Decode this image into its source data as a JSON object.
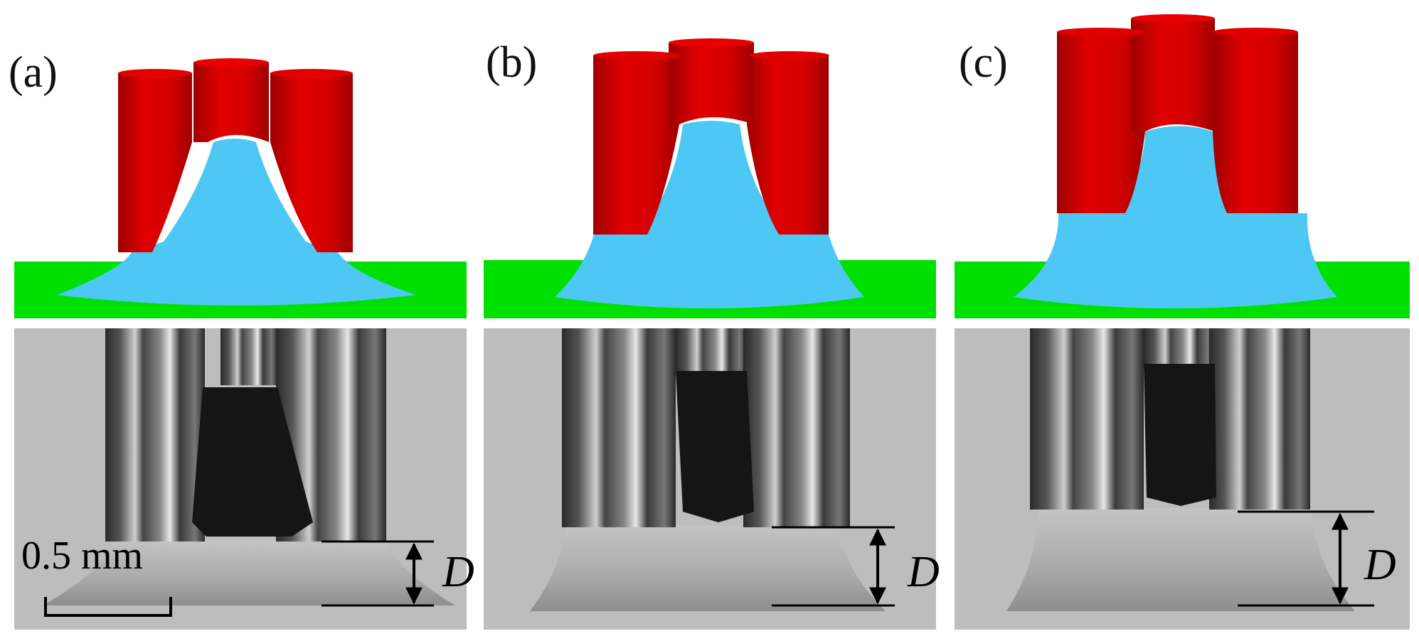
{
  "panels": [
    {
      "label": "(a)",
      "dimension_label": "D"
    },
    {
      "label": "(b)",
      "dimension_label": "D"
    },
    {
      "label": "(c)",
      "dimension_label": "D"
    }
  ],
  "scale_bar": {
    "label": "0.5 mm"
  },
  "colors": {
    "rod": "#d50000",
    "liquid": "#4dc8f5",
    "substrate": "#00e000",
    "photo_bg": "#bdbdbd",
    "photo_rod": "#3a3a3a",
    "photo_drop": "#9a9a9a"
  }
}
